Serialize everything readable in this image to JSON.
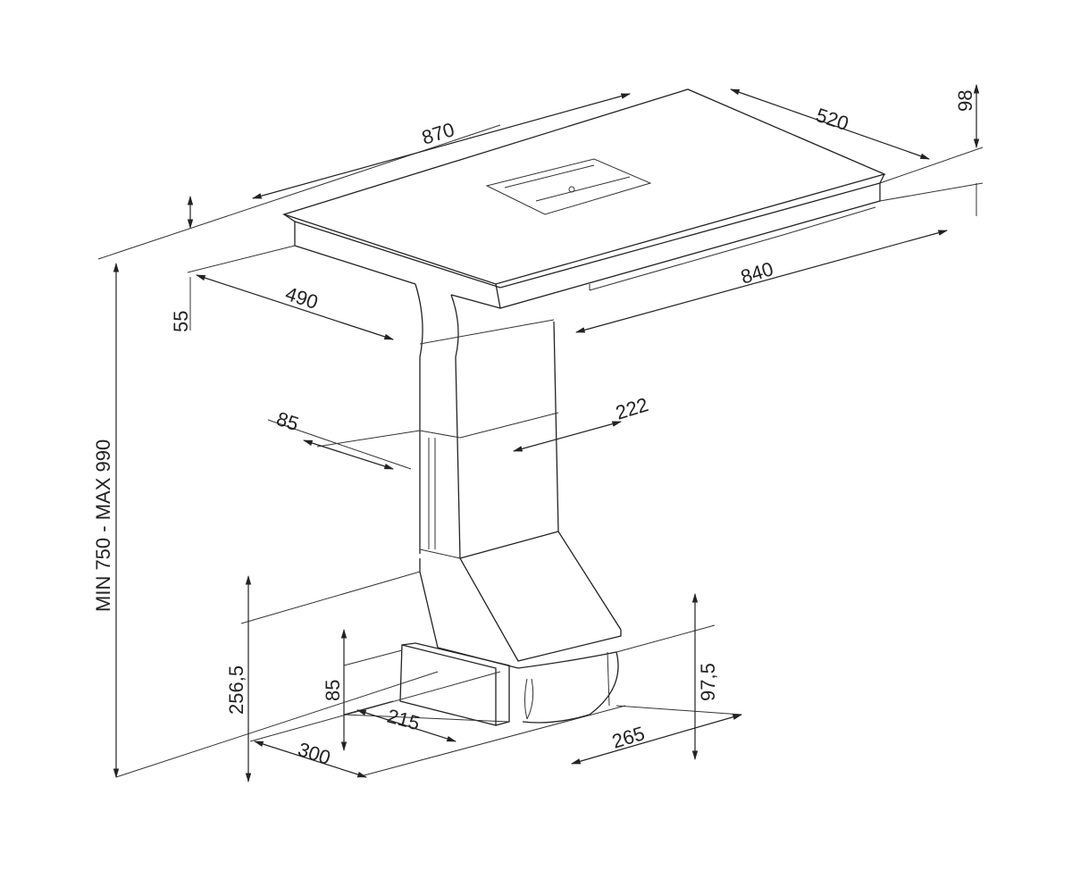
{
  "dimensions": {
    "hob_width": "870",
    "hob_depth": "520",
    "hob_height": "98",
    "cutout_height": "55",
    "cutout_depth": "490",
    "cutout_width": "840",
    "duct_depth": "85",
    "duct_width": "222",
    "total_height": "MIN 750 - MAX 990",
    "motor_height": "256,5",
    "motor_box_height": "85",
    "motor_box_width": "215",
    "motor_depth": "300",
    "motor_width": "265",
    "motor_side_height": "97,5"
  }
}
